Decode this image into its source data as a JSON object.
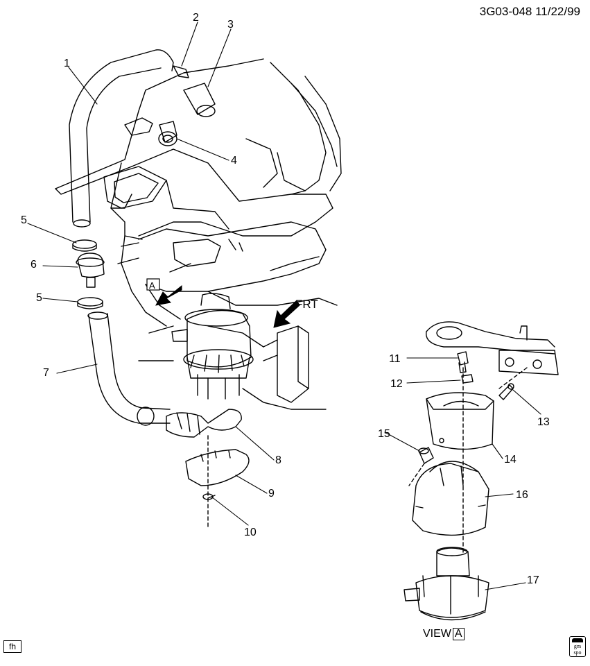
{
  "header": {
    "reference": "3G03-048  11/22/99"
  },
  "callouts": [
    "1",
    "2",
    "3",
    "4",
    "5",
    "6",
    "5",
    "7",
    "8",
    "9",
    "10",
    "11",
    "12",
    "13",
    "14",
    "15",
    "16",
    "17"
  ],
  "direction_label": "FRT",
  "view_marker": "A",
  "view_caption": {
    "prefix": "VIEW",
    "letter": "A"
  },
  "footer": {
    "left_box": "fh",
    "logo_line1": "gm",
    "logo_line2": "spo"
  }
}
